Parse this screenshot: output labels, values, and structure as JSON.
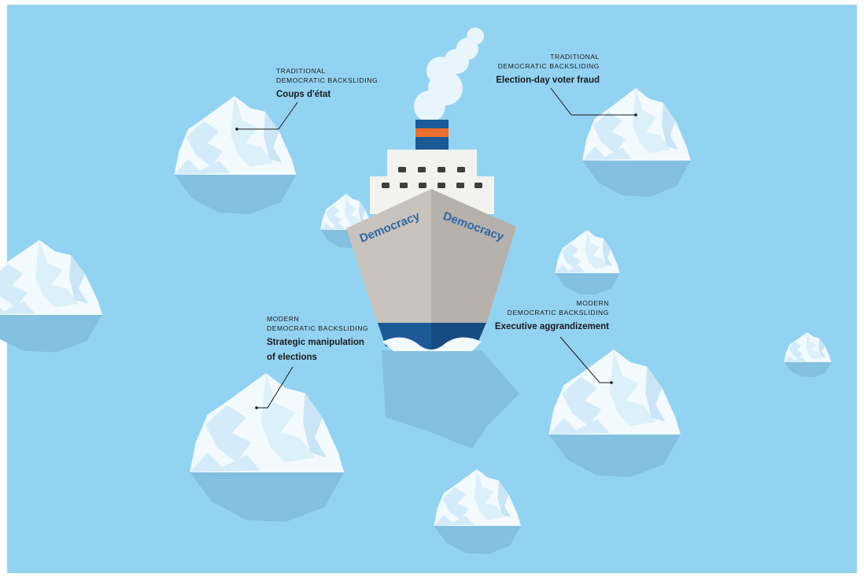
{
  "ship": {
    "hull_text_left": "Democracy",
    "hull_text_right": "Democracy"
  },
  "labels": [
    {
      "id": "coups",
      "category_line1": "TRADITIONAL",
      "category_line2": "DEMOCRATIC BACKSLIDING",
      "title": "Coups d'état"
    },
    {
      "id": "voter-fraud",
      "category_line1": "TRADITIONAL",
      "category_line2": "DEMOCRATIC BACKSLIDING",
      "title": "Election-day voter fraud"
    },
    {
      "id": "manipulation",
      "category_line1": "MODERN",
      "category_line2": "DEMOCRATIC BACKSLIDING",
      "title_line1": "Strategic manipulation",
      "title_line2": "of elections"
    },
    {
      "id": "aggrandizement",
      "category_line1": "MODERN",
      "category_line2": "DEMOCRATIC BACKSLIDING",
      "title": "Executive aggrandizement"
    }
  ],
  "colors": {
    "sea": "#93d3f2",
    "ice_light": "#f2fafe",
    "ice_mid": "#d4ecf9",
    "ice_shadow": "#84c0e0",
    "hull_left": "#c9c3bd",
    "hull_right": "#b7b1ab",
    "hull_bottom": "#1b5a97",
    "funnel_blue": "#1b5a97",
    "funnel_orange": "#ee6f2d",
    "text_on_hull": "#2c68a8"
  }
}
